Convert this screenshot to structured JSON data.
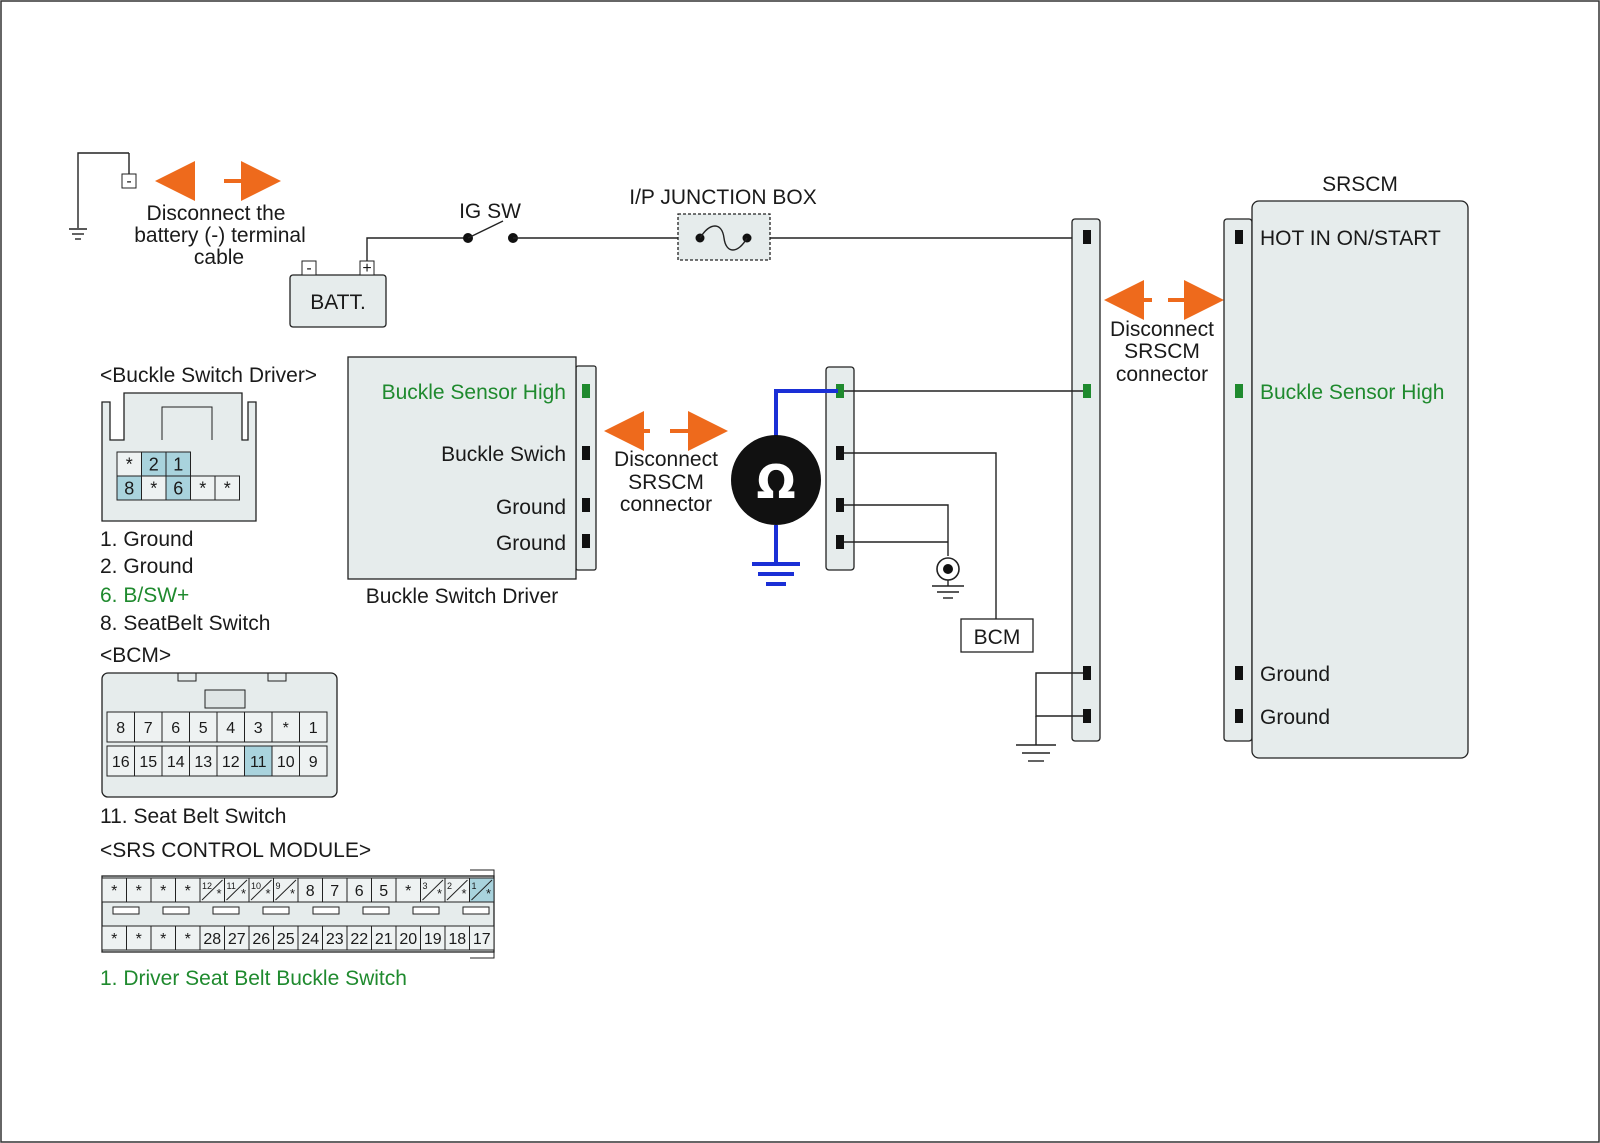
{
  "battery_note": {
    "minus_symbol": "-",
    "lines": [
      "Disconnect the",
      "battery (-) terminal",
      "cable"
    ]
  },
  "ig_sw": "IG SW",
  "batt": {
    "label": "BATT.",
    "minus": "-",
    "plus": "+"
  },
  "junction_box": "I/P JUNCTION BOX",
  "srscm": {
    "title": "SRSCM",
    "pins": [
      "HOT IN ON/START",
      "Buckle Sensor High",
      "Ground",
      "Ground"
    ]
  },
  "srscm_disconnect_right": [
    "Disconnect",
    "SRSCM",
    "connector"
  ],
  "srscm_disconnect_mid": [
    "Disconnect",
    "SRSCM",
    "connector"
  ],
  "buckle_driver_box": {
    "pins": [
      "Buckle Sensor High",
      "Buckle Swich",
      "Ground",
      "Ground"
    ],
    "caption": "Buckle Switch Driver"
  },
  "bcm_box": "BCM",
  "meter_symbol": "Ω",
  "buckle_connector": {
    "title": "<Buckle Switch Driver>",
    "top_row": [
      "*",
      "2",
      "1"
    ],
    "bottom_row": [
      "8",
      "*",
      "6",
      "*",
      "*"
    ],
    "legend": [
      "1. Ground",
      "2. Ground",
      "6. B/SW+",
      "8. SeatBelt Switch"
    ]
  },
  "bcm_connector": {
    "title": "<BCM>",
    "top_row": [
      "8",
      "7",
      "6",
      "5",
      "4",
      "3",
      "*",
      "1"
    ],
    "bottom_row": [
      "16",
      "15",
      "14",
      "13",
      "12",
      "11",
      "10",
      "9"
    ],
    "legend": [
      "11. Seat Belt Switch"
    ]
  },
  "srs_connector": {
    "title": "<SRS CONTROL MODULE>",
    "top_row": [
      "*",
      "*",
      "*",
      "*",
      "12",
      "11",
      "10",
      "9",
      "8",
      "7",
      "6",
      "5",
      "*",
      "3",
      "2",
      "1"
    ],
    "bottom_row": [
      "*",
      "*",
      "*",
      "*",
      "28",
      "27",
      "26",
      "25",
      "24",
      "23",
      "22",
      "21",
      "20",
      "19",
      "18",
      "17"
    ],
    "legend": [
      "1. Driver Seat Belt Buckle Switch"
    ]
  },
  "colors": {
    "highlight_green": "#1f8a2e",
    "arrow_orange": "#ee6a1c",
    "meter_wire_blue": "#1a2fd6",
    "pin_highlight": "#a9d3dd"
  }
}
